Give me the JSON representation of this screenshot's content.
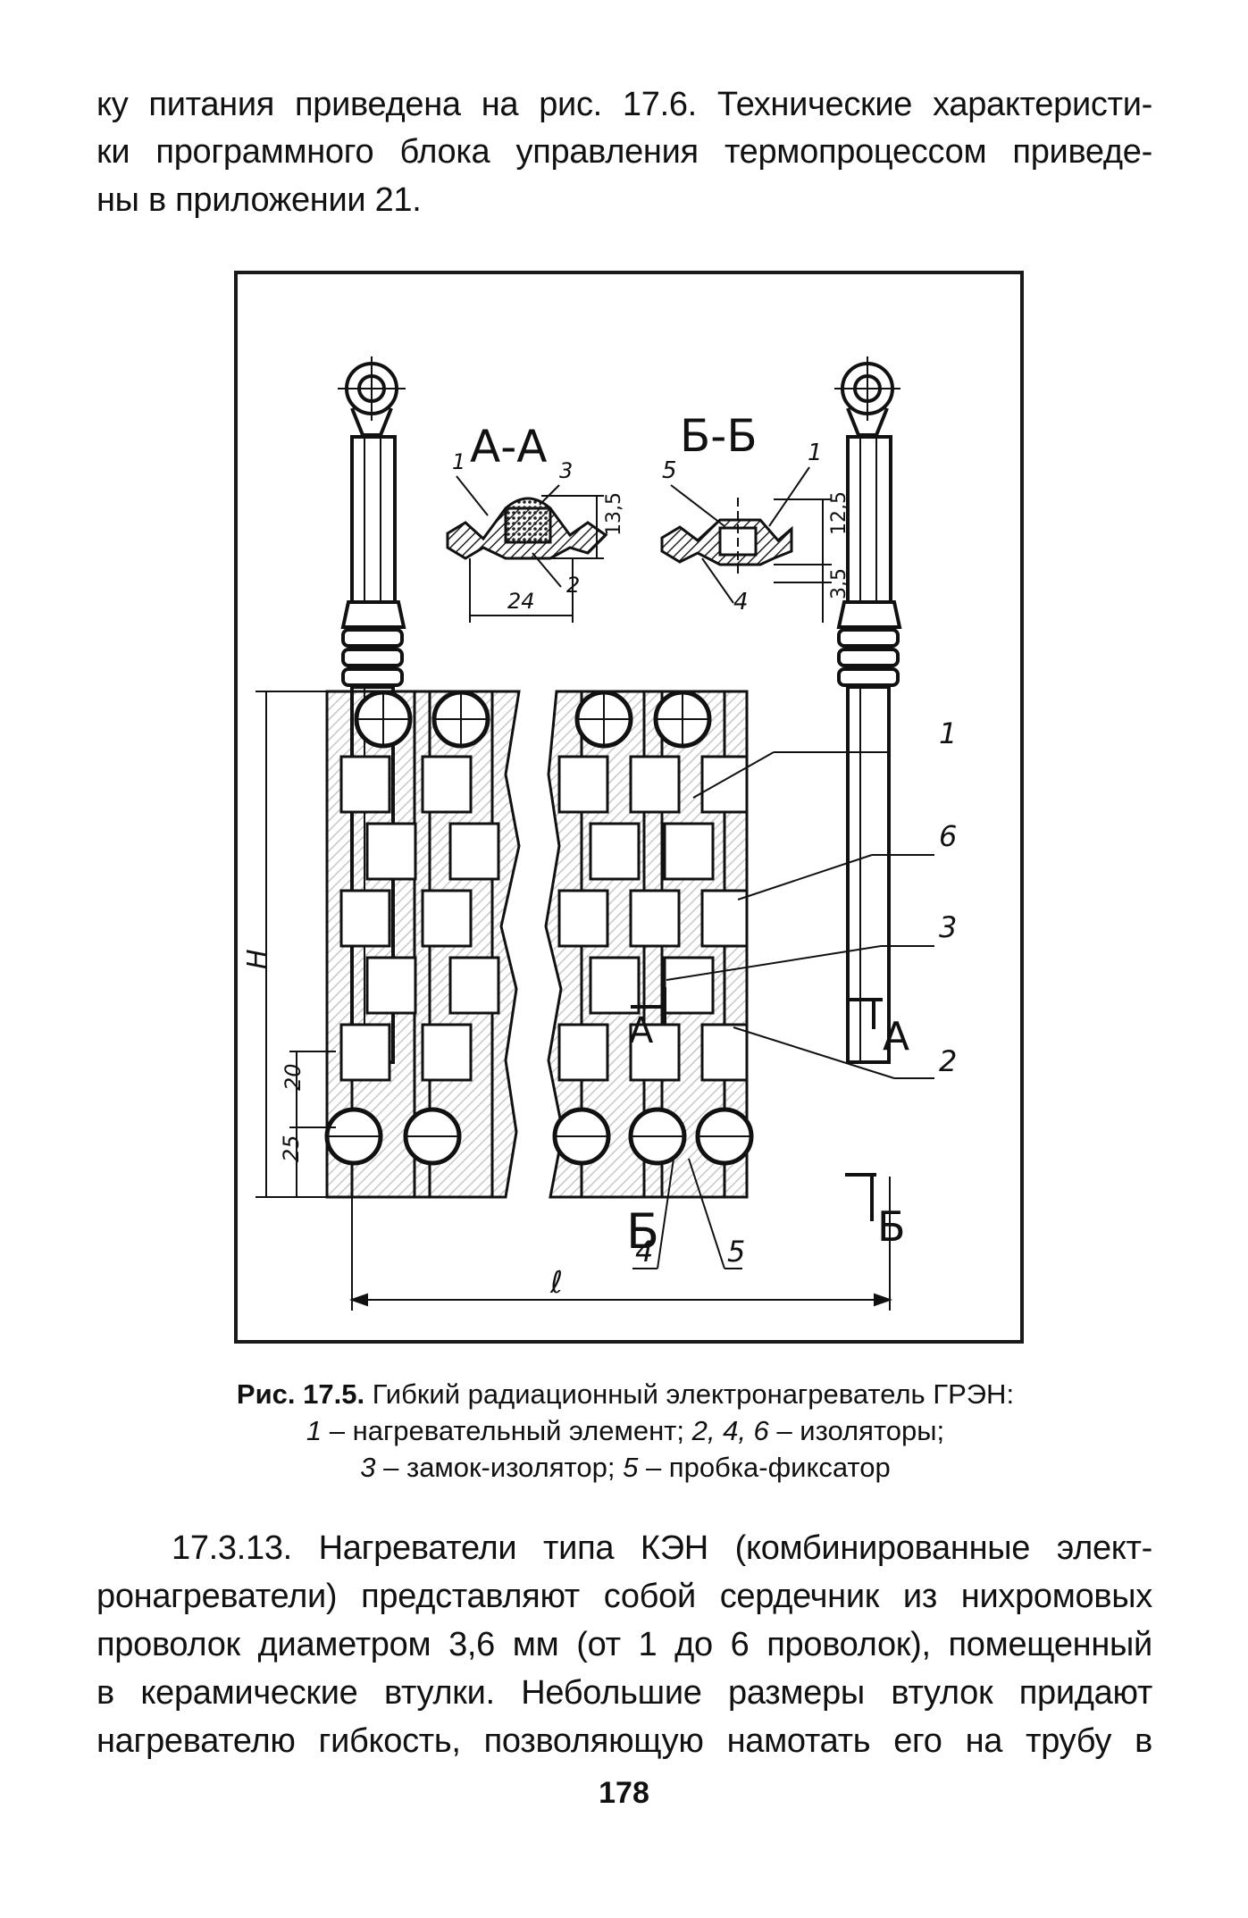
{
  "text_top": {
    "line1": "ку питания приведена на рис. 17.6. Технические характеристи-",
    "line2": "ки программного блока управления термопроцессом приведе-",
    "line3": "ны в приложении 21."
  },
  "figure": {
    "section_aa": "А-А",
    "section_bb": "Б-Б",
    "dim_24": "24",
    "dim_13_5": "13,5",
    "dim_12_5": "12,5",
    "dim_3_5": "3,5",
    "dim_H": "H",
    "dim_20": "20",
    "dim_25": "25",
    "dim_l": "ℓ",
    "mark_A": "А",
    "mark_B": "Б",
    "callouts": {
      "aa_1": "1",
      "aa_3": "3",
      "aa_2": "2",
      "bb_5": "5",
      "bb_1": "1",
      "bb_4": "4",
      "main_1": "1",
      "main_6": "6",
      "main_3": "3",
      "main_2": "2",
      "main_4": "4",
      "main_5": "5"
    }
  },
  "caption": {
    "label": "Рис. 17.5.",
    "title": "Гибкий радиационный электронагреватель ГРЭН:",
    "n1": "1",
    "t1": "– нагревательный элемент;",
    "n2": "2, 4, 6",
    "t2": "– изоляторы;",
    "n3": "3",
    "t3": "– замок-изолятор;",
    "n5": "5",
    "t5": "– пробка-фиксатор"
  },
  "text_bottom": {
    "line1": "17.3.13. Нагреватели типа КЭН (комбинированные элект-",
    "line2": "ронагреватели) представляют собой сердечник из нихромовых",
    "line3": "проволок диаметром 3,6 мм (от 1 до 6 проволок), помещенный",
    "line4": "в керамические втулки. Небольшие размеры втулок придают",
    "line5": "нагревателю гибкость, позволяющую намотать его на трубу в"
  },
  "page_number": "178"
}
